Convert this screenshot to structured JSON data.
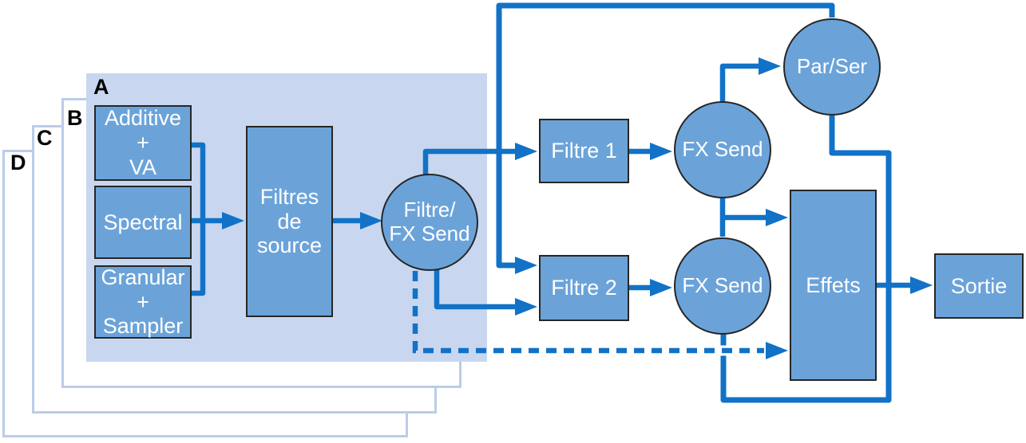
{
  "diagram": {
    "title_hint": "Synthesizer signal flow (French localization)",
    "layers": [
      {
        "label": "A"
      },
      {
        "label": "B"
      },
      {
        "label": "C"
      },
      {
        "label": "D"
      }
    ],
    "nodes": {
      "additive": {
        "label": "Additive\n+\nVA",
        "shape": "box"
      },
      "spectral": {
        "label": "Spectral",
        "shape": "box"
      },
      "granular": {
        "label": "Granular\n+\nSampler",
        "shape": "box"
      },
      "source_filters": {
        "label": "Filtres\nde\nsource",
        "shape": "box"
      },
      "filter_fx_send": {
        "label": "Filtre/\nFX Send",
        "shape": "circle"
      },
      "filter1": {
        "label": "Filtre 1",
        "shape": "box"
      },
      "filter2": {
        "label": "Filtre 2",
        "shape": "box"
      },
      "fx_send_1": {
        "label": "FX Send",
        "shape": "circle"
      },
      "fx_send_2": {
        "label": "FX Send",
        "shape": "circle"
      },
      "par_ser": {
        "label": "Par/Ser",
        "shape": "circle"
      },
      "effects": {
        "label": "Effets",
        "shape": "box"
      },
      "output": {
        "label": "Sortie",
        "shape": "box"
      }
    },
    "edges": [
      {
        "from": "additive",
        "to": "source_filters",
        "style": "solid-line"
      },
      {
        "from": "spectral",
        "to": "source_filters",
        "style": "solid-arrow"
      },
      {
        "from": "granular",
        "to": "source_filters",
        "style": "solid-line"
      },
      {
        "from": "source_filters",
        "to": "filter_fx_send",
        "style": "solid-arrow"
      },
      {
        "from": "filter_fx_send",
        "to": "filter1",
        "style": "solid-arrow"
      },
      {
        "from": "filter_fx_send",
        "to": "filter2",
        "style": "solid-arrow"
      },
      {
        "from": "par_ser",
        "to": "filter2",
        "style": "solid-arrow-top-loop"
      },
      {
        "from": "filter1",
        "to": "fx_send_1",
        "style": "solid-arrow"
      },
      {
        "from": "filter2",
        "to": "fx_send_2",
        "style": "solid-arrow"
      },
      {
        "from": "fx_send_1",
        "to": "par_ser",
        "style": "solid-arrow"
      },
      {
        "from": "fx_send_1",
        "to": "effects",
        "style": "solid-arrow-merged"
      },
      {
        "from": "fx_send_2",
        "to": "effects",
        "style": "solid-arrow-merged"
      },
      {
        "from": "fx_send_2",
        "to": "par_ser",
        "style": "solid-line-right-loop"
      },
      {
        "from": "filter_fx_send",
        "to": "effects",
        "style": "dashed-arrow"
      },
      {
        "from": "effects",
        "to": "output",
        "style": "solid-arrow"
      }
    ],
    "colors": {
      "line_blue": "#1172c7",
      "node_fill": "#6ba3d9",
      "node_border": "#262626",
      "panel_a_fill": "#c8d7ef",
      "panel_border": "#bacde9",
      "node_text": "#ffffff",
      "layer_label_text": "#000000",
      "background": "#ffffff"
    }
  }
}
